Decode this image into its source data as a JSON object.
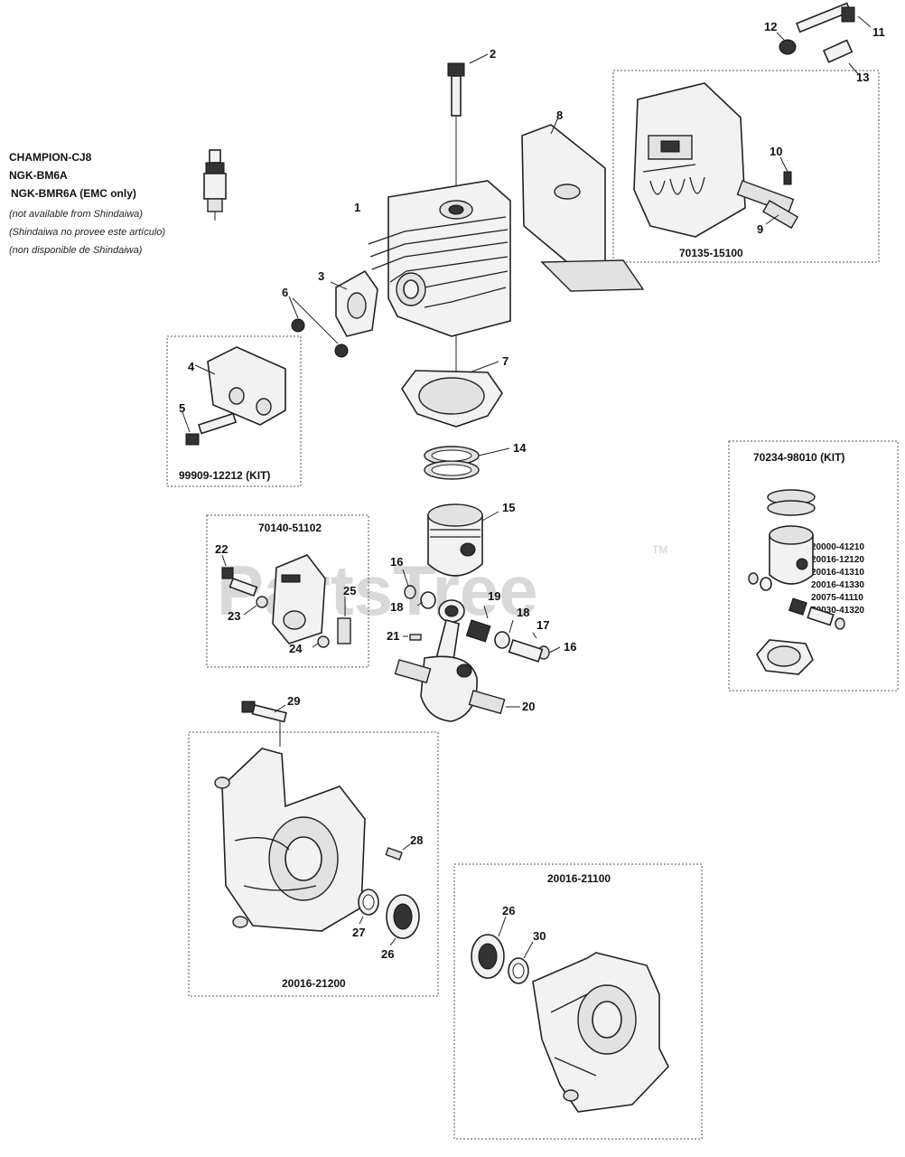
{
  "spark_plug": {
    "lines": [
      "CHAMPION-CJ8",
      "NGK-BM6A",
      "NGK-BMR6A (EMC only)"
    ],
    "notes": [
      "(not available from Shindaiwa)",
      "(Shindaiwa no provee este artículo)",
      "(non disponible de Shindaiwa)"
    ]
  },
  "watermark": {
    "text": "PartsTree",
    "tm": "TM"
  },
  "kits": {
    "muffler": "70135-15100",
    "intake": "99909-12212 (KIT)",
    "piston_kit": "70234-98010 (KIT)",
    "carb_cover": "70140-51102",
    "crankcase_left": "20016-21200",
    "crankcase_right": "20016-21100"
  },
  "kit_parts": [
    "20000-41210",
    "20016-12120",
    "20016-41310",
    "20016-41330",
    "20075-41110",
    "70030-41320"
  ],
  "callouts": {
    "c1": "1",
    "c2": "2",
    "c3": "3",
    "c4": "4",
    "c5": "5",
    "c6": "6",
    "c7": "7",
    "c8": "8",
    "c9": "9",
    "c10": "10",
    "c11": "11",
    "c12": "12",
    "c13": "13",
    "c14": "14",
    "c15": "15",
    "c16a": "16",
    "c16b": "16",
    "c17": "17",
    "c18a": "18",
    "c18b": "18",
    "c19": "19",
    "c20": "20",
    "c21": "21",
    "c22": "22",
    "c23": "23",
    "c24": "24",
    "c25": "25",
    "c26a": "26",
    "c26b": "26",
    "c27": "27",
    "c28": "28",
    "c29": "29",
    "c30": "30"
  }
}
